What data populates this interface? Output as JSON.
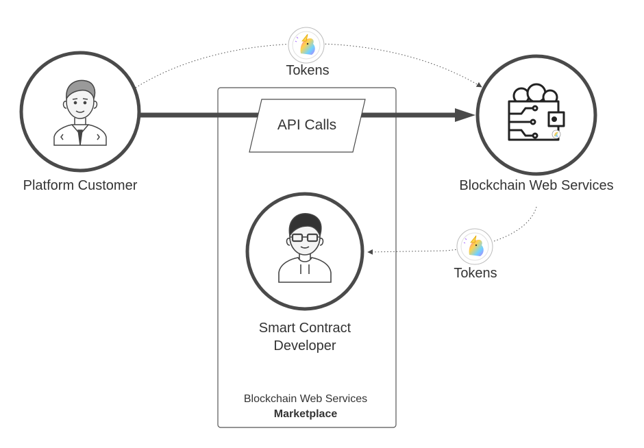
{
  "nodes": {
    "platform_customer": {
      "label": "Platform Customer"
    },
    "blockchain_web_services": {
      "label": "Blockchain Web Services"
    },
    "smart_contract_developer": {
      "label_line1": "Smart Contract",
      "label_line2": "Developer"
    },
    "api_calls": {
      "label": "API Calls"
    }
  },
  "container": {
    "title_line1": "Blockchain Web Services",
    "title_line2": "Marketplace"
  },
  "edges": {
    "tokens_top": {
      "label": "Tokens"
    },
    "tokens_bottom": {
      "label": "Tokens"
    }
  },
  "colors": {
    "stroke": "#4a4a4a",
    "text": "#333333",
    "container_border": "#555555"
  }
}
